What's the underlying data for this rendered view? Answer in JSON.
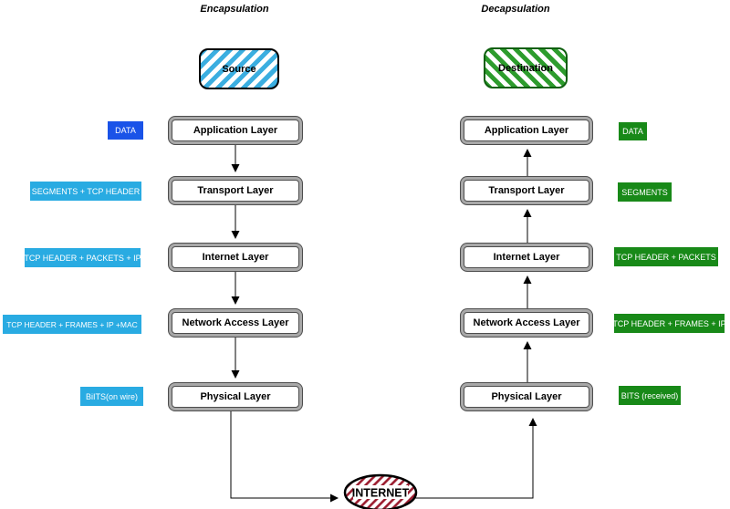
{
  "encapsulation": {
    "title": "Encapsulation",
    "endpoint": "Source",
    "layers": [
      "Application Layer",
      "Transport Layer",
      "Internet Layer",
      "Network Access Layer",
      "Physical Layer"
    ],
    "labels": [
      "DATA",
      "SEGMENTS + TCP HEADER",
      "TCP HEADER + PACKETS + IP",
      "TCP HEADER + FRAMES + IP +MAC",
      "BiITS(on wire)"
    ]
  },
  "decapsulation": {
    "title": "Decapsulation",
    "endpoint": "Destination",
    "layers": [
      "Application Layer",
      "Transport Layer",
      "Internet Layer",
      "Network Access Layer",
      "Physical Layer"
    ],
    "labels": [
      "DATA",
      "SEGMENTS",
      "TCP HEADER + PACKETS",
      "TCP HEADER + FRAMES + IP",
      "BITS (received)"
    ]
  },
  "internet": {
    "label": "INTERNET"
  },
  "colors": {
    "encap_data_label": "#1A53E8",
    "encap_flow_label": "#29ABE2",
    "decap_label": "#188918",
    "source_stripe": "#3BAEE0",
    "destination_stripe": "#2D9C2D",
    "destination_border": "#0E5F0E",
    "internet_hatch": "#9B1B2E",
    "layer_border_band": "#a8a8a8"
  }
}
